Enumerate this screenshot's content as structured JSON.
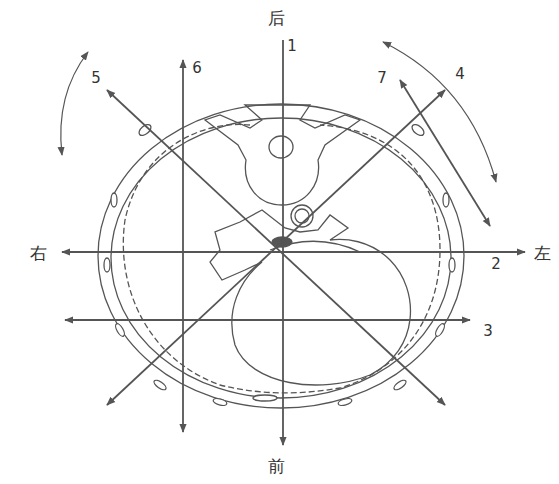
{
  "diagram": {
    "labels": [
      "后",
      "1",
      "6",
      "5",
      "7",
      "4",
      "右",
      "左",
      "2",
      "3",
      "前"
    ]
  }
}
